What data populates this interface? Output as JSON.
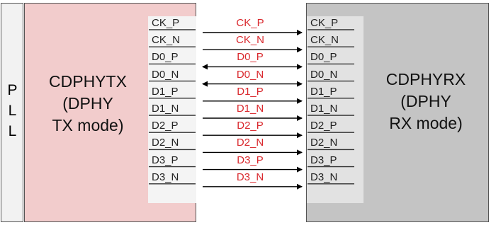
{
  "pll": {
    "label": "PLL"
  },
  "tx": {
    "label": "CDPHYTX\n(DPHY\nTX mode)"
  },
  "rx": {
    "label": "CDPHYRX\n(DPHY\nRX mode)"
  },
  "colors": {
    "tx_fill": "#f2cccc",
    "rx_fill": "#c4c4c4",
    "signal_text": "#d9282d"
  },
  "lanes": [
    {
      "tx_pin": "CK_P",
      "signal": "CK_P",
      "rx_pin": "CK_P",
      "bidirectional": false
    },
    {
      "tx_pin": "CK_N",
      "signal": "CK_N",
      "rx_pin": "CK_N",
      "bidirectional": false
    },
    {
      "tx_pin": "D0_P",
      "signal": "D0_P",
      "rx_pin": "D0_P",
      "bidirectional": true
    },
    {
      "tx_pin": "D0_N",
      "signal": "D0_N",
      "rx_pin": "D0_N",
      "bidirectional": true
    },
    {
      "tx_pin": "D1_P",
      "signal": "D1_P",
      "rx_pin": "D1_P",
      "bidirectional": false
    },
    {
      "tx_pin": "D1_N",
      "signal": "D1_N",
      "rx_pin": "D1_N",
      "bidirectional": false
    },
    {
      "tx_pin": "D2_P",
      "signal": "D2_P",
      "rx_pin": "D2_P",
      "bidirectional": false
    },
    {
      "tx_pin": "D2_N",
      "signal": "D2_N",
      "rx_pin": "D2_N",
      "bidirectional": false
    },
    {
      "tx_pin": "D3_P",
      "signal": "D3_P",
      "rx_pin": "D3_P",
      "bidirectional": false
    },
    {
      "tx_pin": "D3_N",
      "signal": "D3_N",
      "rx_pin": "D3_N",
      "bidirectional": false
    }
  ]
}
